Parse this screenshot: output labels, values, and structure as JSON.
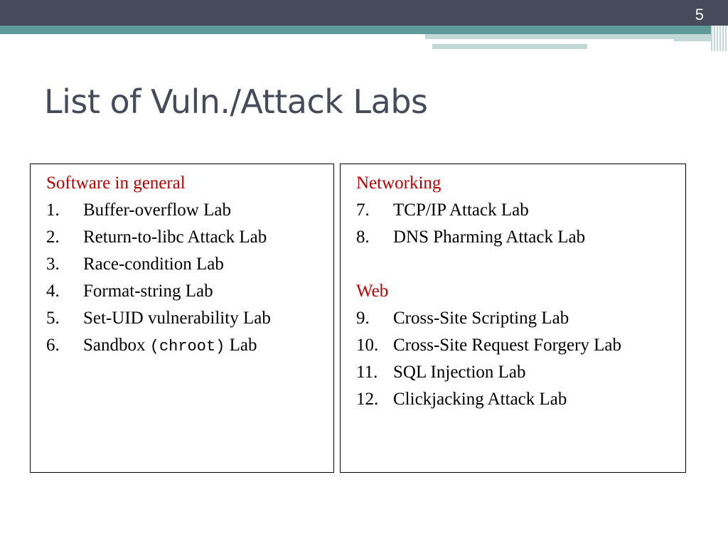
{
  "slide": {
    "number": "5",
    "title": "List of Vuln./Attack Labs"
  },
  "left_panel": {
    "heading": "Software in general",
    "items": [
      {
        "num": "1.",
        "text": "Buffer-overflow Lab"
      },
      {
        "num": "2.",
        "text": "Return-to-libc Attack Lab"
      },
      {
        "num": "3.",
        "text": "Race-condition Lab"
      },
      {
        "num": "4.",
        "text": "Format-string Lab"
      },
      {
        "num": "5.",
        "text": "Set-UID vulnerability Lab"
      },
      {
        "num": "6.",
        "text_before": "Sandbox ",
        "code": "(chroot)",
        "text_after": " Lab"
      }
    ]
  },
  "right_panel": {
    "sections": [
      {
        "heading": "Networking",
        "items": [
          {
            "num": "7.",
            "text": "TCP/IP Attack Lab"
          },
          {
            "num": "8.",
            "text": "DNS Pharming Attack Lab"
          }
        ]
      },
      {
        "heading": "Web",
        "items": [
          {
            "num": "9.",
            "text": "Cross-Site Scripting Lab"
          },
          {
            "num": "10.",
            "text": "Cross-Site Request Forgery Lab"
          },
          {
            "num": "11.",
            "text": "SQL Injection Lab"
          },
          {
            "num": "12.",
            "text": "Clickjacking Attack Lab"
          }
        ]
      }
    ]
  },
  "colors": {
    "header_bar": "#474a5a",
    "accent_teal": "#5f9a99",
    "heading_red": "#c00000"
  }
}
